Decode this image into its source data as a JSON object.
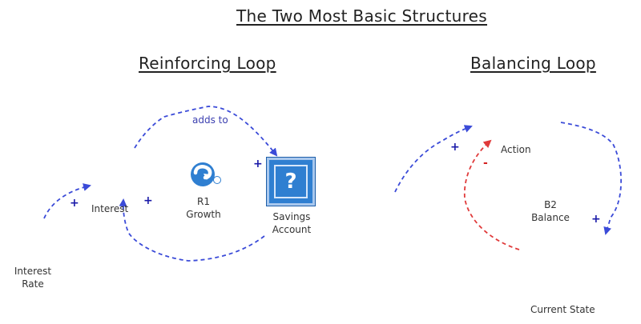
{
  "title": "The Two Most Basic Structures",
  "reinforcing": {
    "heading": "Reinforcing Loop",
    "adds_to": "adds to",
    "interest_rate": [
      "Interest",
      "Rate"
    ],
    "interest": "Interest",
    "loop_id": "R1",
    "loop_name": "Growth",
    "stock": [
      "Savings",
      "Account"
    ],
    "stock_icon_text": "?",
    "plus": "+"
  },
  "balancing": {
    "heading": "Balancing Loop",
    "action": "Action",
    "loop_id": "B2",
    "loop_name": "Balance",
    "current_state": "Current State",
    "plus": "+",
    "minus": "-"
  },
  "colors": {
    "link_blue": "#3b4bd8",
    "link_red": "#e03a3a",
    "stock_blue": "#2f7fd1"
  }
}
